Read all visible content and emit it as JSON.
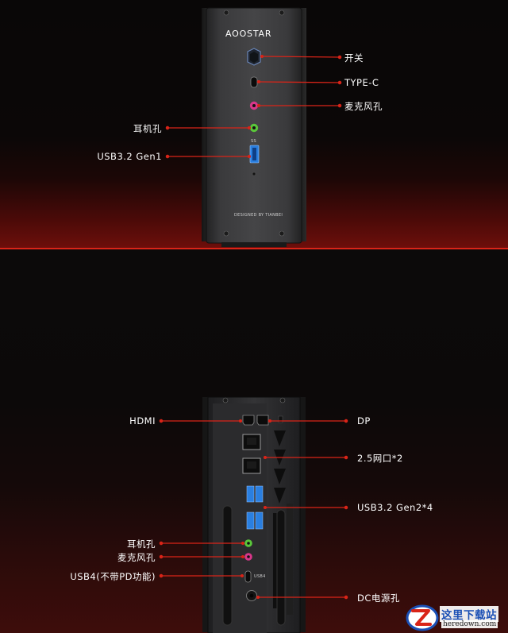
{
  "front": {
    "brand": "AOOSTAR",
    "designed_by": "DESIGNED BY TIANBEI",
    "usb_mark": "SS",
    "labels": {
      "power": "开关",
      "typec": "TYPE-C",
      "mic_front": "麦克风孔",
      "headphone_front": "耳机孔",
      "usb32_gen1": "USB3.2 Gen1"
    }
  },
  "rear": {
    "usb4_mark": "USB4",
    "labels": {
      "hdmi": "HDMI",
      "dp": "DP",
      "lan": "2.5网口*2",
      "usb32_gen2": "USB3.2 Gen2*4",
      "headphone_rear": "耳机孔",
      "mic_rear": "麦克风孔",
      "usb4": "USB4(不带PD功能)",
      "dc": "DC电源孔"
    }
  },
  "watermark": {
    "name": "这里下载站",
    "url": "heredown.com"
  },
  "colors": {
    "accent_red": "#d92418",
    "usb_blue": "#2a7fe0",
    "headphone_green": "#5ac73a",
    "mic_pink": "#d8378a",
    "watermark_blue": "#1a4fb5"
  }
}
